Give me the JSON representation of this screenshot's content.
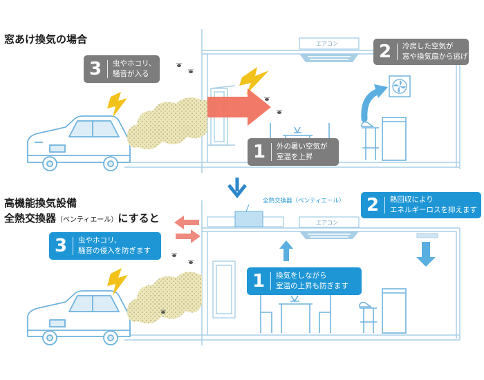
{
  "titles": {
    "top": "窓あけ換気の場合",
    "bottom_line1": "高機能換気設備",
    "bottom_line2_main": "全熱交換器",
    "bottom_line2_small": "（ベンティエール）",
    "bottom_line2_tail": "にすると"
  },
  "top_scene": {
    "aircon_label": "エアコン",
    "callouts": [
      {
        "number": "3",
        "line1": "虫やホコリ、",
        "line2": "騒音が入る"
      },
      {
        "number": "2",
        "line1": "冷房した空気が",
        "line2": "窓や換気扇から逃げる"
      },
      {
        "number": "1",
        "line1": "外の暑い空気が",
        "line2": "室温を上昇"
      }
    ]
  },
  "bottom_scene": {
    "aircon_label": "エアコン",
    "erv_label": "全熱交換器（ベンティエール）",
    "callouts": [
      {
        "number": "3",
        "line1": "虫やホコリ、",
        "line2": "騒音の侵入を防ぎます"
      },
      {
        "number": "2",
        "line1": "熱回収により",
        "line2": "エネルギーロスを抑えます"
      },
      {
        "number": "1",
        "line1": "換気をしながら",
        "line2": "室温の上昇も防ぎます"
      }
    ]
  },
  "colors": {
    "accent_blue": "#1e96d6",
    "callout_gray": "#7d7d7d",
    "heat_arrow": "#ef6f5a",
    "cool_arrow": "#5aaee0",
    "lightning": "#f2c21a",
    "dust": "#ece6b8",
    "line_blue": "#a8cfe6"
  },
  "icons": [
    "car",
    "lightning-bolt",
    "insect",
    "dust-cloud",
    "heat-arrow",
    "cool-air-arrow",
    "exhaust-fan-icon",
    "down-arrow",
    "exchange-arrows",
    "dining-table",
    "bar-counter",
    "window"
  ]
}
